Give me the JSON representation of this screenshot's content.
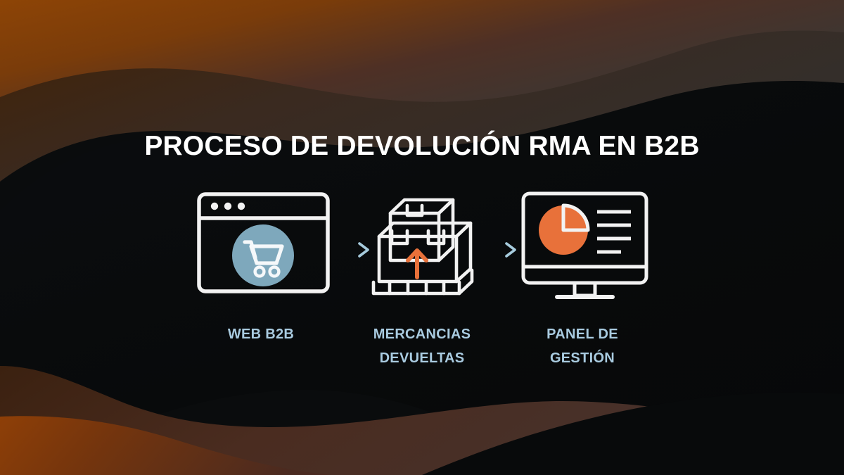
{
  "title": "PROCESO DE DEVOLUCIÓN RMA EN B2B",
  "colors": {
    "title_text": "#ffffff",
    "caption_text": "#a9cbe0",
    "accent_orange": "#e8713a",
    "cart_circle": "#7ea8bc",
    "icon_stroke": "#f2f2f2",
    "arrow_light": "#9dc4d6",
    "arrow_dark": "#13484f",
    "background_black": "#0a0c0d",
    "background_gray": "#2f3033",
    "wave_orange": "#8a3f08",
    "wave_brown": "#4a2a1c",
    "wave_deep_brown": "#2a1a12"
  },
  "steps": [
    {
      "label": "WEB B2B",
      "icon": "browser-window-shopping-cart-icon"
    },
    {
      "label": "MERCANCIAS\nDEVUELTAS",
      "label_line1": "MERCANCIAS",
      "label_line2": "DEVUELTAS",
      "icon": "stacked-boxes-return-arrow-icon"
    },
    {
      "label": "PANEL DE\nGESTIÓN",
      "label_line1": "PANEL DE",
      "label_line2": "GESTIÓN",
      "icon": "monitor-pie-chart-dashboard-icon"
    }
  ],
  "connectors": [
    {
      "name": "arrow-1",
      "direction": "right"
    },
    {
      "name": "arrow-2",
      "direction": "right"
    }
  ]
}
